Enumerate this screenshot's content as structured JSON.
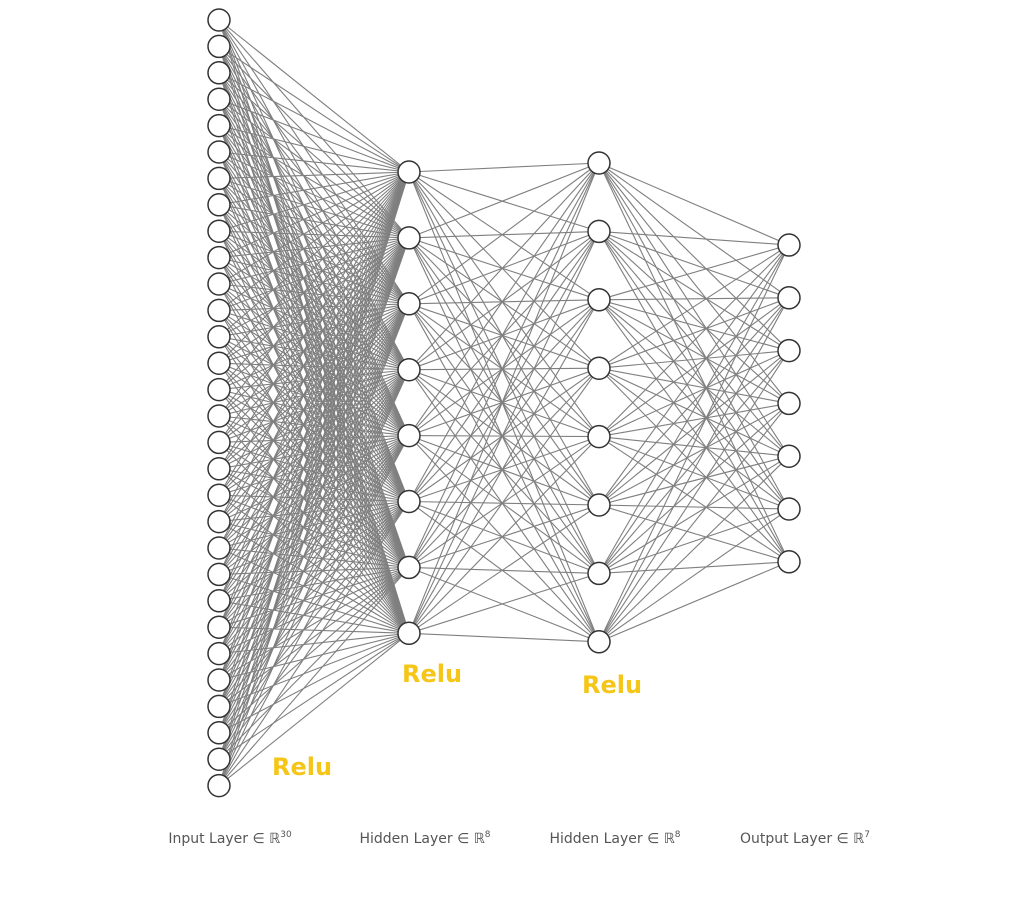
{
  "network": {
    "layers": [
      {
        "name": "input",
        "size": 30,
        "caption_text": "Input Layer ∈ ℝ",
        "caption_sup": "30"
      },
      {
        "name": "hidden1",
        "size": 8,
        "caption_text": "Hidden Layer ∈ ℝ",
        "caption_sup": "8"
      },
      {
        "name": "hidden2",
        "size": 8,
        "caption_text": "Hidden Layer ∈ ℝ",
        "caption_sup": "8"
      },
      {
        "name": "output",
        "size": 7,
        "caption_text": "Output Layer ∈ ℝ",
        "caption_sup": "7"
      }
    ],
    "activations": [
      {
        "after_layer": "input",
        "label": "Relu"
      },
      {
        "after_layer": "hidden1",
        "label": "Relu"
      },
      {
        "after_layer": "hidden2",
        "label": "Relu"
      }
    ],
    "colors": {
      "edge": "#7f7f7f",
      "node_stroke": "#333333",
      "node_fill": "#ffffff",
      "activation": "#f5c518",
      "caption": "#555555"
    }
  }
}
